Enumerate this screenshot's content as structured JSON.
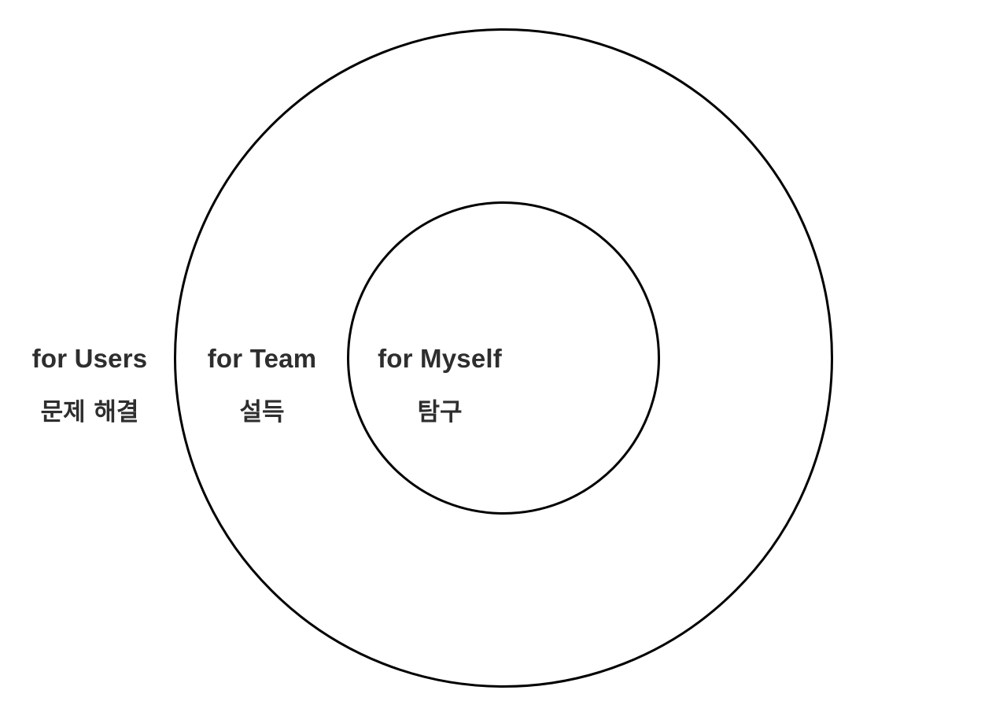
{
  "diagram": {
    "rings": [
      {
        "name": "outer"
      },
      {
        "name": "inner"
      }
    ],
    "labels": {
      "users": {
        "en": "for Users",
        "ko": "문제 해결"
      },
      "team": {
        "en": "for Team",
        "ko": "설득"
      },
      "myself": {
        "en": "for Myself",
        "ko": "탐구"
      }
    },
    "colors": {
      "stroke": "#000000",
      "text": "#2e2e2e",
      "background": "#ffffff"
    }
  }
}
